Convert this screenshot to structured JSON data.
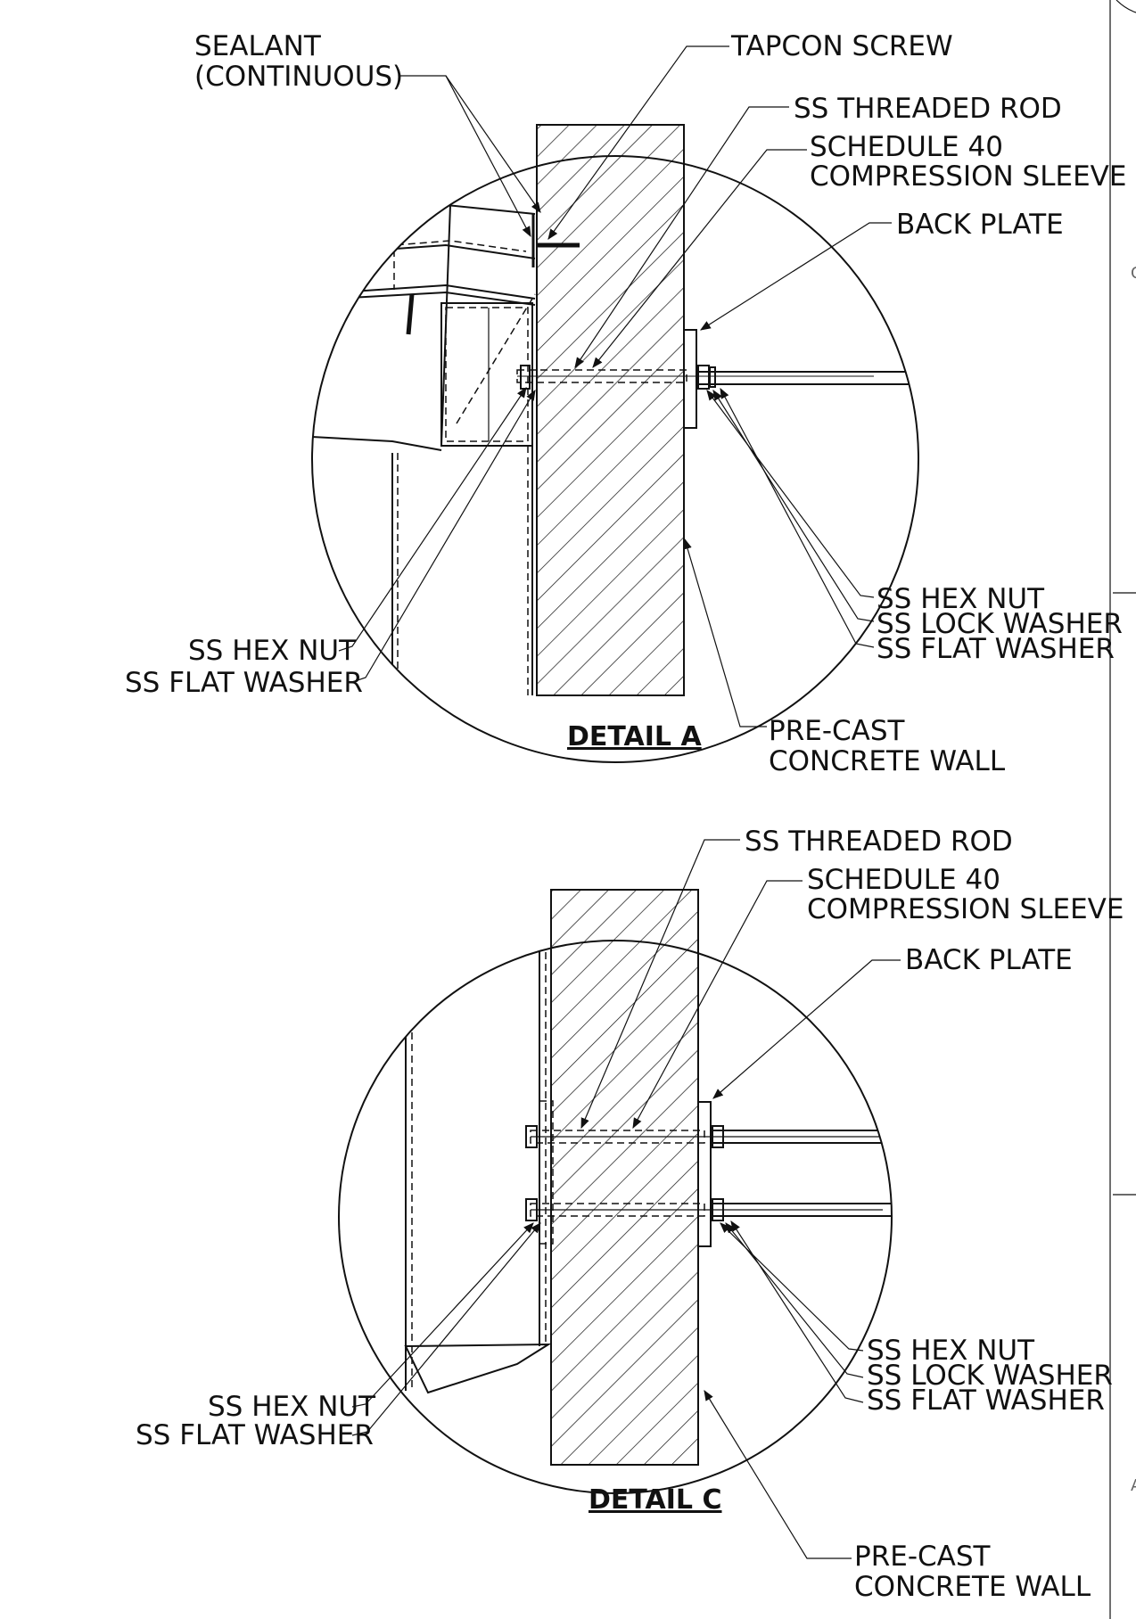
{
  "details": [
    {
      "title": "DETAIL A",
      "labels": {
        "sealant_line1": "SEALANT",
        "sealant_line2": "(CONTINUOUS)",
        "tapcon": "TAPCON SCREW",
        "threaded_rod": "SS THREADED ROD",
        "sleeve_line1": "SCHEDULE 40",
        "sleeve_line2": "COMPRESSION SLEEVE",
        "back_plate": "BACK PLATE",
        "hex_nut_right": "SS HEX NUT",
        "lock_washer_right": "SS LOCK WASHER",
        "flat_washer_right": "SS FLAT WASHER",
        "hex_nut_left": "SS HEX NUT",
        "flat_washer_left": "SS FLAT WASHER",
        "wall_line1": "PRE-CAST",
        "wall_line2": "CONCRETE WALL"
      }
    },
    {
      "title": "DETAIL C",
      "labels": {
        "threaded_rod": "SS THREADED ROD",
        "sleeve_line1": "SCHEDULE 40",
        "sleeve_line2": "COMPRESSION SLEEVE",
        "back_plate": "BACK PLATE",
        "hex_nut_right": "SS HEX NUT",
        "lock_washer_right": "SS LOCK WASHER",
        "flat_washer_right": "SS FLAT WASHER",
        "hex_nut_left": "SS HEX NUT",
        "flat_washer_left": "SS FLAT WASHER",
        "wall_line1": "PRE-CAST",
        "wall_line2": "CONCRETE WALL"
      }
    }
  ],
  "edge_marks": [
    "C",
    "A"
  ],
  "colors": {
    "line": "#111111",
    "background": "#ffffff",
    "edge_text": "#666666"
  }
}
